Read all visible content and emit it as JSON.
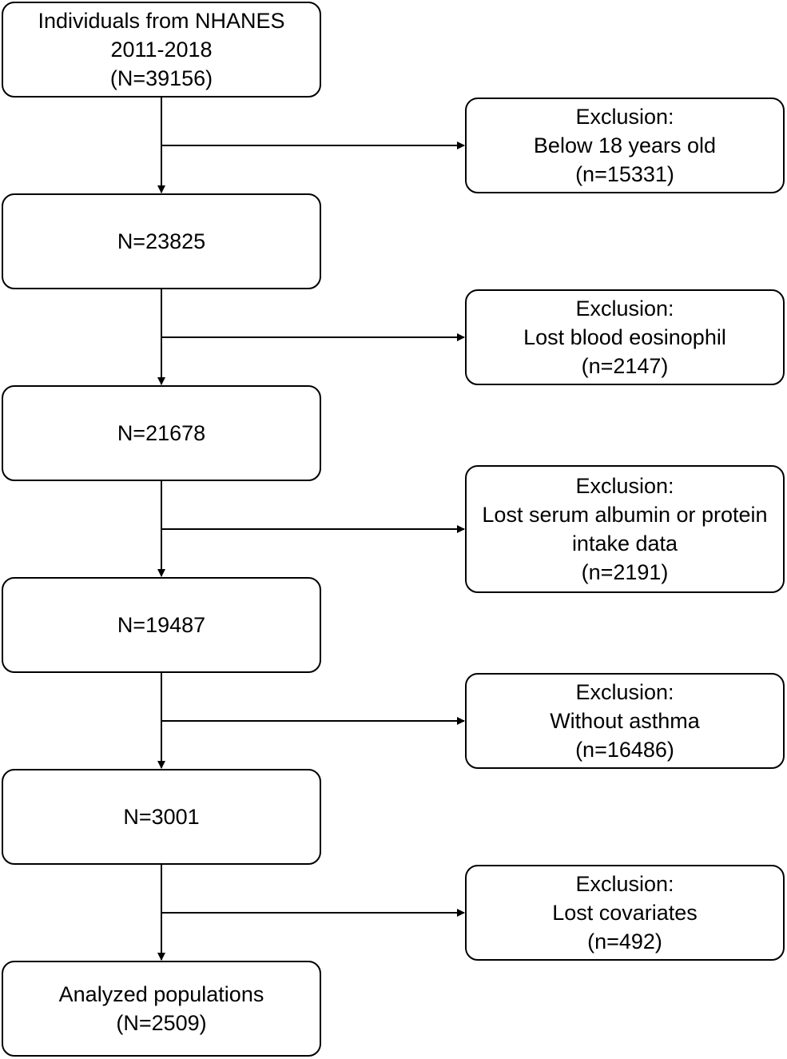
{
  "main_boxes": [
    {
      "lines": [
        "Individuals from NHANES",
        "2011-2018",
        "(N=39156)"
      ]
    },
    {
      "lines": [
        "N=23825"
      ]
    },
    {
      "lines": [
        "N=21678"
      ]
    },
    {
      "lines": [
        "N=19487"
      ]
    },
    {
      "lines": [
        "N=3001"
      ]
    },
    {
      "lines": [
        "Analyzed populations",
        "(N=2509)"
      ]
    }
  ],
  "exclusion_boxes": [
    {
      "lines": [
        "Exclusion:",
        "Below 18 years old",
        "(n=15331)"
      ]
    },
    {
      "lines": [
        "Exclusion:",
        "Lost blood eosinophil",
        "(n=2147)"
      ]
    },
    {
      "lines": [
        "Exclusion:",
        "Lost serum albumin or protein",
        "intake data",
        "(n=2191)"
      ]
    },
    {
      "lines": [
        "Exclusion:",
        "Without asthma",
        "(n=16486)"
      ]
    },
    {
      "lines": [
        "Exclusion:",
        "Lost covariates",
        "(n=492)"
      ]
    }
  ],
  "colors": {
    "stroke": "#000000",
    "background": "#ffffff"
  }
}
